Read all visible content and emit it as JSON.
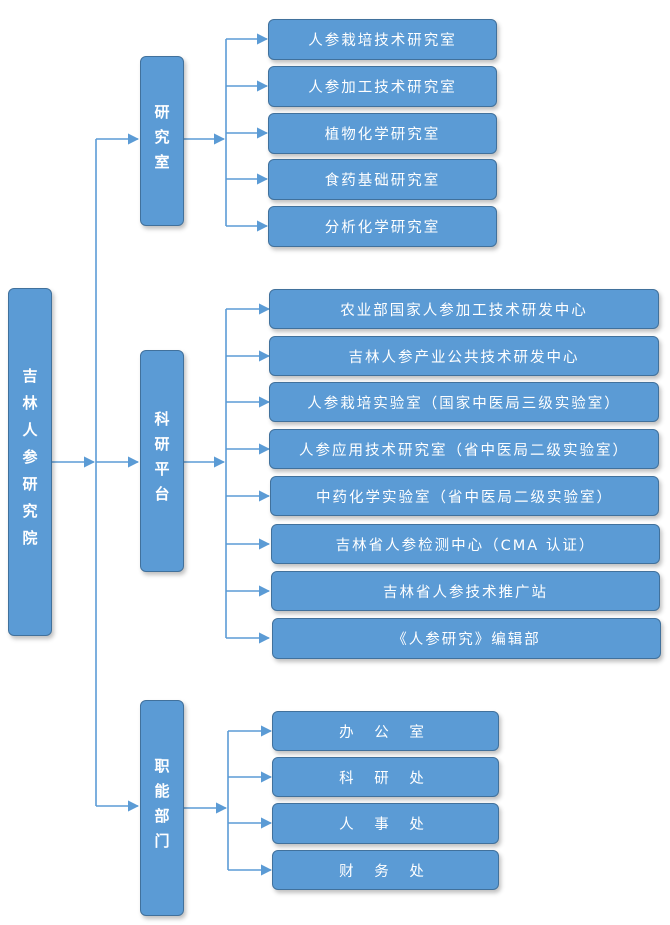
{
  "root": {
    "label": "吉林人参研究院"
  },
  "branches": [
    {
      "label": "研究室",
      "children": [
        "人参栽培技术研究室",
        "人参加工技术研究室",
        "植物化学研究室",
        "食药基础研究室",
        "分析化学研究室"
      ]
    },
    {
      "label": "科研平台",
      "children": [
        "农业部国家人参加工技术研发中心",
        "吉林人参产业公共技术研发中心",
        "人参栽培实验室（国家中医局三级实验室）",
        "人参应用技术研究室（省中医局二级实验室）",
        "中药化学实验室（省中医局二级实验室）",
        "吉林省人参检测中心（CMA 认证）",
        "吉林省人参技术推广站",
        "《人参研究》编辑部"
      ]
    },
    {
      "label": "职能部门",
      "children": [
        "办 公 室",
        "科 研 处",
        "人 事 处",
        "财 务 处"
      ]
    }
  ],
  "colors": {
    "box_fill": "#5b9bd5",
    "box_border": "#41719c",
    "connector": "#5b9bd5",
    "text": "#ffffff"
  }
}
